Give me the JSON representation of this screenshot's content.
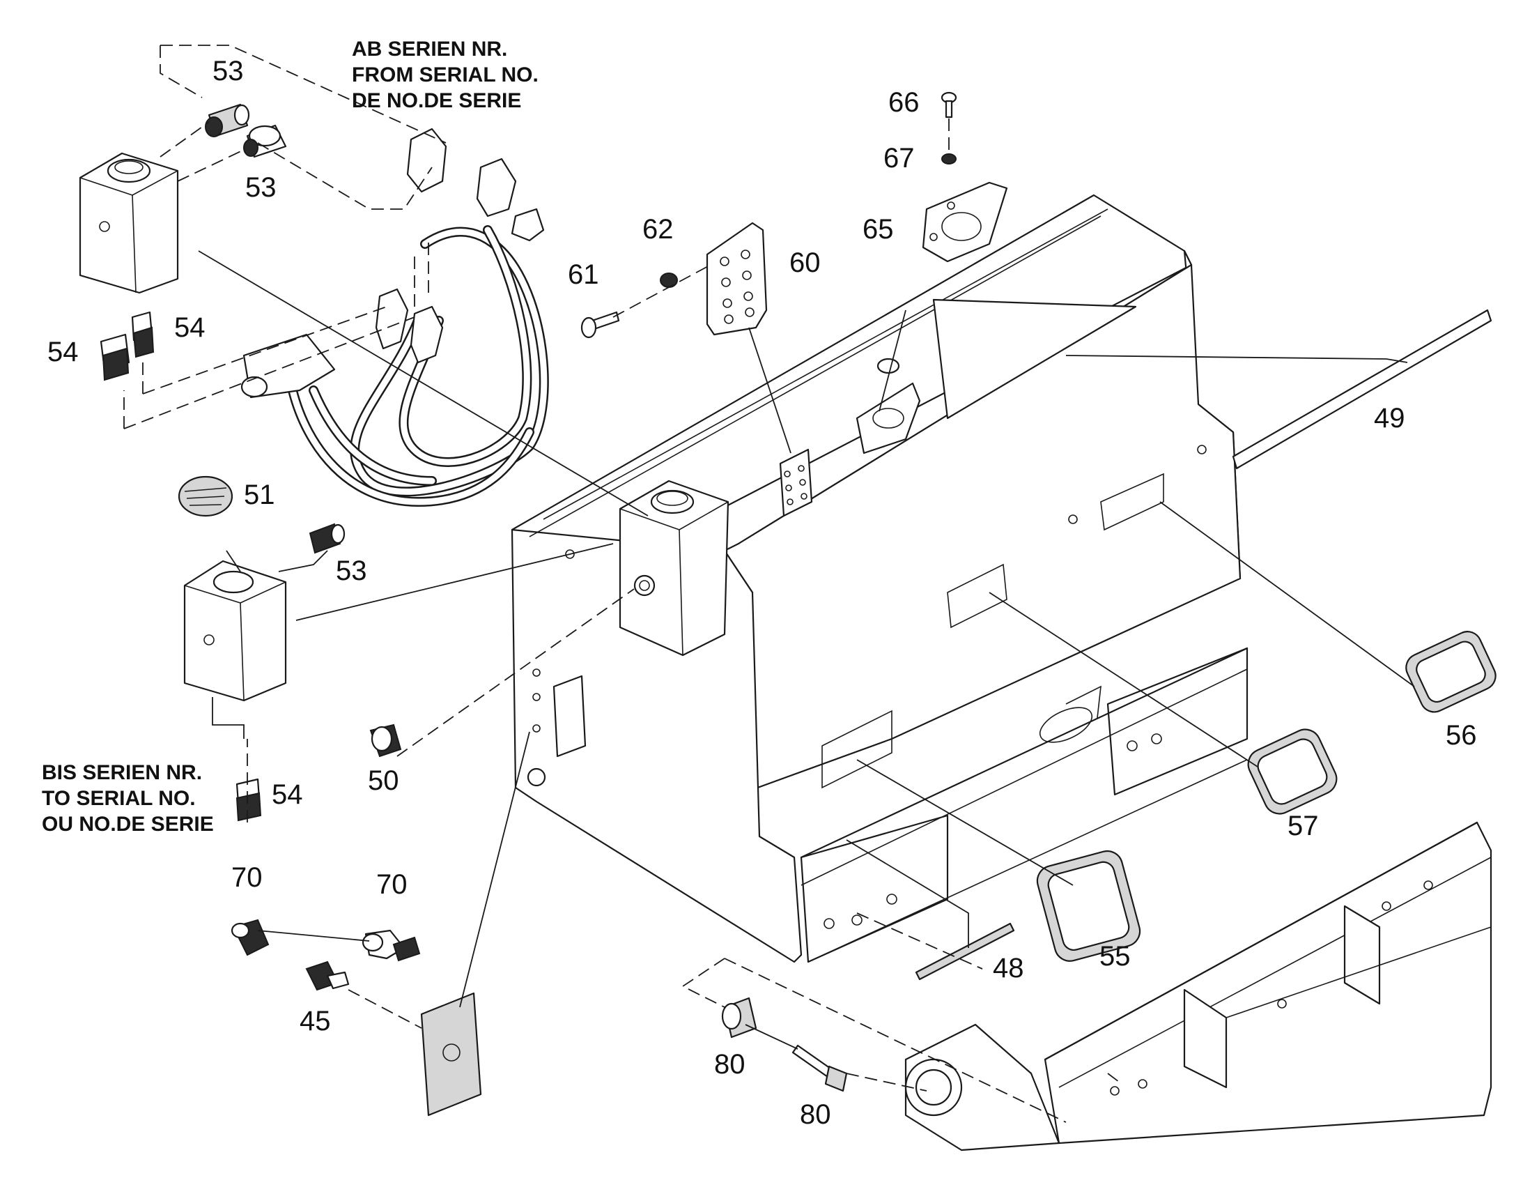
{
  "notes": {
    "from_serial": [
      "AB SERIEN NR.",
      "FROM SERIAL NO.",
      "DE NO.DE SERIE"
    ],
    "to_serial": [
      "BIS SERIEN NR.",
      "TO SERIAL NO.",
      "OU NO.DE SERIE"
    ]
  },
  "callouts": {
    "c53a": "53",
    "c53b": "53",
    "c53c": "53",
    "c54a": "54",
    "c54b": "54",
    "c54c": "54",
    "c66": "66",
    "c67": "67",
    "c65": "65",
    "c62": "62",
    "c61": "61",
    "c60": "60",
    "c49": "49",
    "c51": "51",
    "c50": "50",
    "c56": "56",
    "c57": "57",
    "c55": "55",
    "c48": "48",
    "c70a": "70",
    "c70b": "70",
    "c45": "45",
    "c80a": "80",
    "c80b": "80"
  }
}
